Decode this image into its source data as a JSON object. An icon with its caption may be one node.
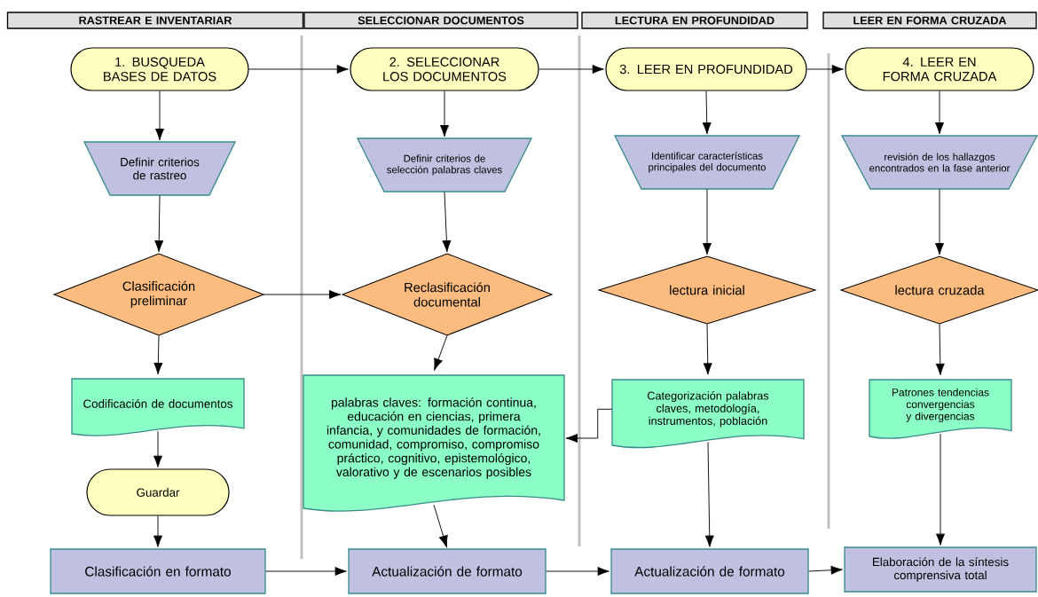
{
  "diagram": {
    "nodes": [
      {
        "text": [
          "RASTREAR E INVENTARIAR"
        ]
      },
      {
        "text": [
          "SELECCIONAR DOCUMENTOS"
        ]
      },
      {
        "text": [
          "LECTURA EN PROFUNDIDAD"
        ]
      },
      {
        "text": [
          "LEER EN FORMA CRUZADA"
        ]
      },
      {
        "text": [
          "1. BUSQUEDA BASES DE DATOS"
        ]
      },
      {
        "text": [
          "2. SELECCIONAR LOS DOCUMENTOS"
        ]
      },
      {
        "text": [
          "3. LEER EN PROFUNDIDAD"
        ]
      },
      {
        "text": [
          "4. LEER EN FORMA CRUZADA"
        ]
      },
      {
        "text": [
          "Definir criterios de rastreo"
        ]
      },
      {
        "text": [
          "Definir criterios de selección palabras claves"
        ]
      },
      {
        "text": [
          "Identificar características principales del documento"
        ]
      },
      {
        "text": [
          "revisión de los hallazgos encontrados en la fase anterior"
        ]
      },
      {
        "text": [
          "Clasificación preliminar"
        ]
      },
      {
        "text": [
          "Reclasificación documental"
        ]
      },
      {
        "text": [
          "lectura inicial"
        ]
      },
      {
        "text": [
          "lectura cruzada"
        ]
      },
      {
        "text": [
          "Codificación de documentos"
        ]
      },
      {
        "text": [
          "palabras claves: formación continua, educación en ciencias, primera infancia, y comunidades de formación, comunidad, compromiso, compromiso práctico, cognitivo, epistemológico, valorativo y de escenarios posibles"
        ]
      },
      {
        "text": [
          "Categorización palabras claves, metodología, instrumentos, población"
        ]
      },
      {
        "text": [
          "Patrones tendencias convergencias y divergencias"
        ]
      },
      {
        "text": [
          "Guardar"
        ]
      },
      {
        "text": [
          "Clasificación en formato"
        ]
      },
      {
        "text": [
          "Actualización de formato"
        ]
      },
      {
        "text": [
          "Actualización de formato"
        ]
      },
      {
        "text": [
          "Elaboración de la síntesis comprensiva total"
        ]
      }
    ],
    "edges": [
      {
        "from": 4,
        "to": 5,
        "arrow": "to"
      },
      {
        "from": 5,
        "to": 6,
        "arrow": "to"
      },
      {
        "from": 6,
        "to": 7,
        "arrow": "to"
      },
      {
        "from": 4,
        "to": 8,
        "arrow": "to"
      },
      {
        "from": 5,
        "to": 9,
        "arrow": "to"
      },
      {
        "from": 6,
        "to": 10,
        "arrow": "to"
      },
      {
        "from": 7,
        "to": 11,
        "arrow": "to"
      },
      {
        "from": 8,
        "to": 12,
        "arrow": "to"
      },
      {
        "from": 9,
        "to": 13,
        "arrow": "to"
      },
      {
        "from": 10,
        "to": 14,
        "arrow": "to"
      },
      {
        "from": 11,
        "to": 15,
        "arrow": "to"
      },
      {
        "from": 12,
        "to": 13,
        "arrow": "to"
      },
      {
        "from": 12,
        "to": 16,
        "arrow": "to"
      },
      {
        "from": 13,
        "to": 17,
        "arrow": "to"
      },
      {
        "from": 14,
        "to": 18,
        "arrow": "to"
      },
      {
        "from": 15,
        "to": 19,
        "arrow": "to"
      },
      {
        "from": 16,
        "to": 20,
        "arrow": "to"
      },
      {
        "from": 20,
        "to": 21,
        "arrow": "to"
      },
      {
        "from": 17,
        "to": 22,
        "arrow": "to"
      },
      {
        "from": 18,
        "to": 23,
        "arrow": "to"
      },
      {
        "from": 19,
        "to": 24,
        "arrow": "to"
      },
      {
        "from": 18,
        "to": 17,
        "arrow": "to"
      },
      {
        "from": 21,
        "to": 22,
        "arrow": "to"
      },
      {
        "from": 22,
        "to": 23,
        "arrow": "to"
      },
      {
        "from": 23,
        "to": 24,
        "arrow": "to"
      }
    ]
  }
}
